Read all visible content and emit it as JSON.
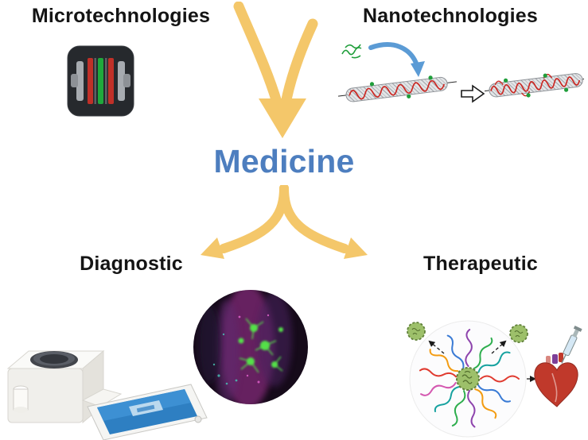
{
  "labels": {
    "top_left": "Microtechnologies",
    "top_right": "Nanotechnologies",
    "center": "Medicine",
    "bottom_left": "Diagnostic",
    "bottom_right": "Therapeutic"
  },
  "colors": {
    "arrow_gold": "#f4c76a",
    "medicine_blue": "#4d7ebf",
    "heading_color": "#141414"
  },
  "icons": {
    "microfluidic_chip": "microfluidic-chip-icon",
    "nanotube_functionalization": "nanotube-functionalization-illustration",
    "converging_arrows": "converging-arrows-icon",
    "branching_arrows": "branching-arrows-icon",
    "smartphone_diagnostic_device": "smartphone-diagnostic-device-illustration",
    "fluorescence_microscopy": "fluorescence-microscopy-image",
    "polymer_micelle_therapy": "polymer-micelle-therapy-illustration",
    "heart": "heart-icon",
    "syringe": "syringe-icon"
  }
}
